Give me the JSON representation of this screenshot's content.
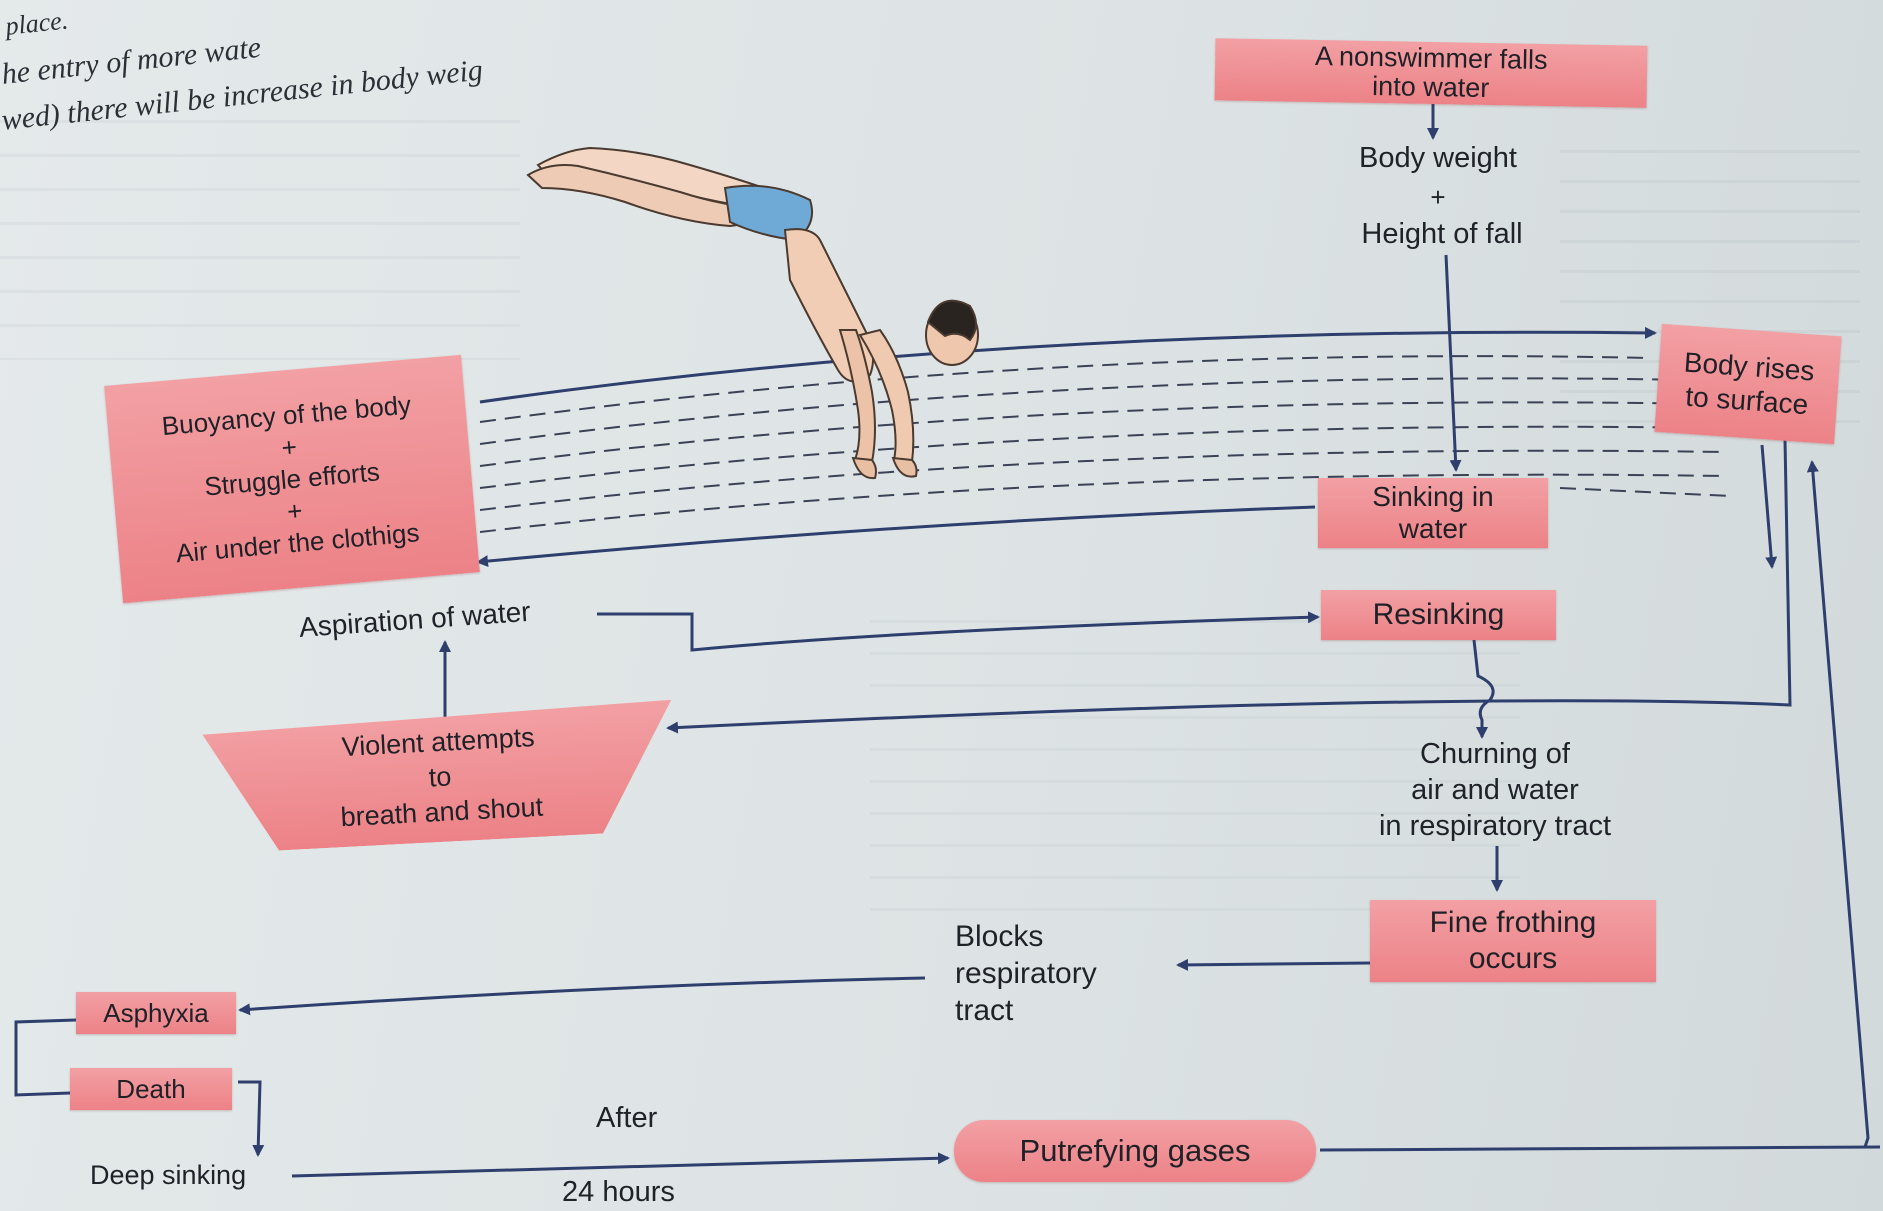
{
  "header_fragments": {
    "line1": "place.",
    "line2": "he entry of more wate",
    "line3": "wed) there will be increase in body weig"
  },
  "nodes": {
    "nonswimmer": "A nonswimmer falls\ninto water",
    "body_weight": "Body weight",
    "plus1": "+",
    "height_of_fall": "Height of fall",
    "body_rises": "Body rises\nto surface",
    "buoyancy": "Buoyancy of the body\n+\nStruggle efforts\n+\nAir under the clothigs",
    "sinking": "Sinking in\nwater",
    "aspiration": "Aspiration of water",
    "resinking": "Resinking",
    "violent": "Violent attempts\nto\nbreath and shout",
    "churning": "Churning of\nair and water\nin respiratory tract",
    "fine_frothing": "Fine frothing\noccurs",
    "blocks": "Blocks\nrespiratory\ntract",
    "asphyxia": "Asphyxia",
    "death": "Death",
    "deep_sinking": "Deep sinking",
    "after": "After",
    "hours": "24 hours",
    "putrefying": "Putrefying gases"
  },
  "colors": {
    "box_fill": "#ec8287",
    "arrow": "#2e3f6e",
    "text": "#1f2127"
  }
}
